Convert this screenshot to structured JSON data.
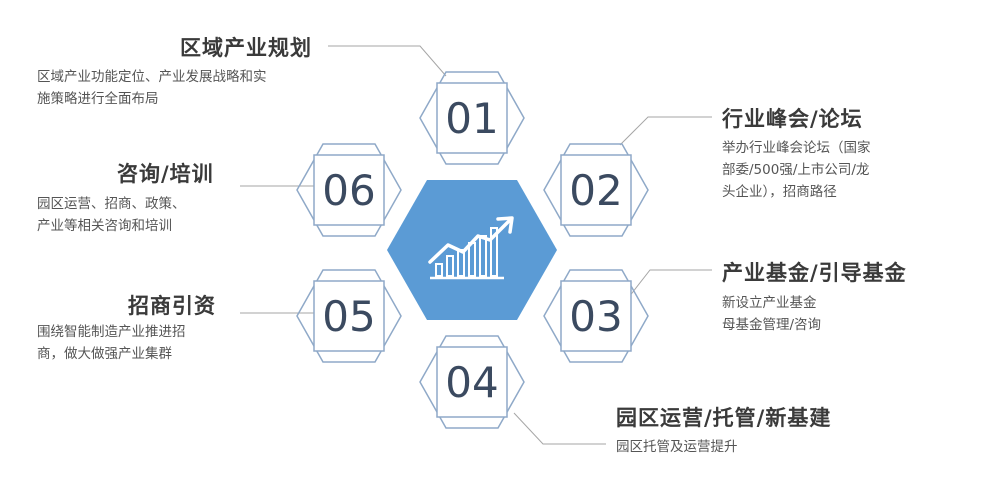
{
  "center": {
    "icon": "growth-chart-icon",
    "color": "#5b9bd5"
  },
  "colors": {
    "stroke": "#8fa9c8",
    "line": "#a6a6a6",
    "text_dark": "#3b4a60"
  },
  "items": [
    {
      "number": "01",
      "title": "区域产业规划",
      "desc": [
        "区域产业功能定位、产业发展战略和实",
        "施策略进行全面布局"
      ]
    },
    {
      "number": "02",
      "title": "行业峰会/论坛",
      "desc": [
        "举办行业峰会论坛（国家",
        "部委/500强/上市公司/龙",
        "头企业），招商路径"
      ]
    },
    {
      "number": "03",
      "title": "产业基金/引导基金",
      "desc": [
        "新设立产业基金",
        "母基金管理/咨询"
      ]
    },
    {
      "number": "04",
      "title": "园区运营/托管/新基建",
      "desc": [
        "园区托管及运营提升"
      ]
    },
    {
      "number": "05",
      "title": "招商引资",
      "desc": [
        "围绕智能制造产业推进招",
        "商，做大做强产业集群"
      ]
    },
    {
      "number": "06",
      "title": "咨询/培训",
      "desc": [
        "园区运营、招商、政策、",
        "产业等相关咨询和培训"
      ]
    }
  ]
}
